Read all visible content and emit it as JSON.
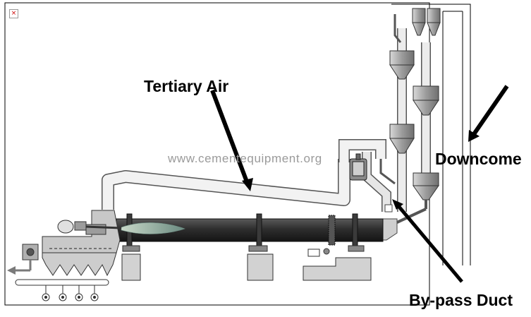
{
  "labels": {
    "tertiary_air": "Tertiary Air",
    "downcomer": "Downcome",
    "bypass_duct": "By-pass Duct"
  },
  "watermark": "www.cementequipment.org",
  "broken_image_glyph": "×",
  "colors": {
    "kiln_body": "#3a3a3a",
    "duct_fill": "#f2f2f2",
    "equipment_gray": "#bdbdbd",
    "cyclone_gray": "#a8a8a8",
    "arrow": "#000000",
    "flame": "#8fb0a0"
  }
}
